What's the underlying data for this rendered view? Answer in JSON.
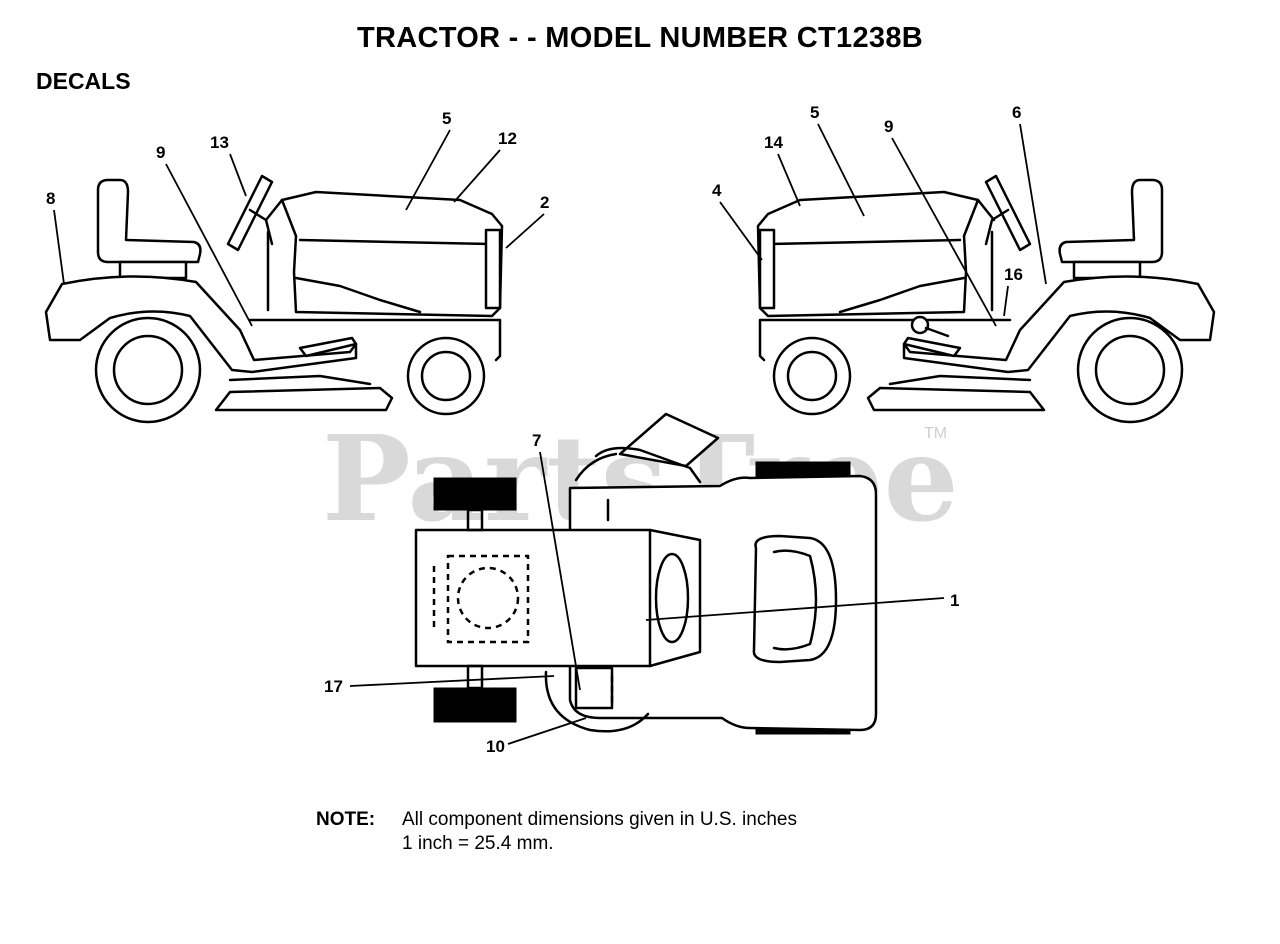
{
  "title": "TRACTOR - - MODEL NUMBER CT1238B",
  "section_label": "DECALS",
  "watermark": {
    "text": "PartsTree",
    "trademark": "TM"
  },
  "callouts": {
    "left_view": [
      "8",
      "9",
      "13",
      "5",
      "12",
      "2"
    ],
    "right_view": [
      "4",
      "14",
      "5",
      "9",
      "6",
      "16"
    ],
    "top_view": [
      "7",
      "1",
      "17",
      "10"
    ]
  },
  "note": {
    "label": "NOTE:",
    "line1": "All component dimensions given in U.S. inches",
    "line2": "1 inch = 25.4 mm."
  }
}
